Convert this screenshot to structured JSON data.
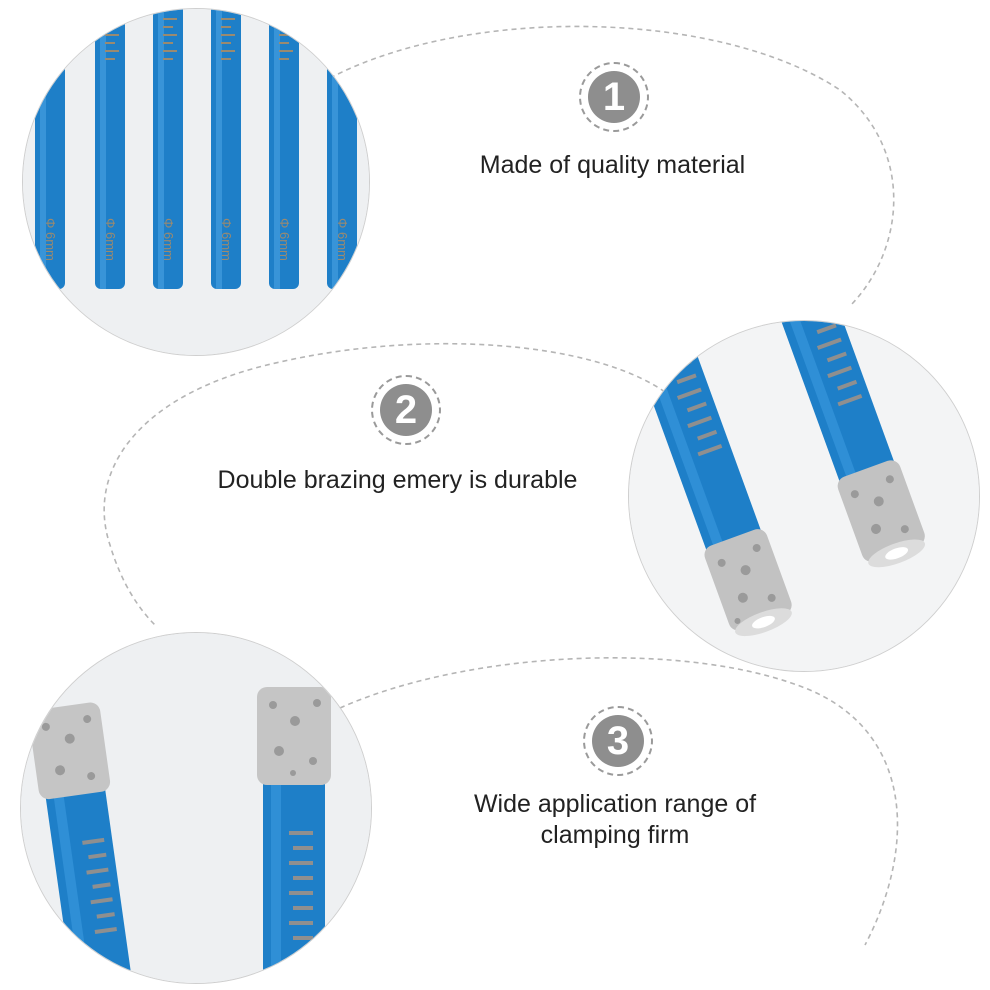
{
  "features": [
    {
      "number": "1",
      "text": "Made of quality material"
    },
    {
      "number": "2",
      "text": "Double brazing emery is durable"
    },
    {
      "number": "3",
      "text": "Wide application range of clamping firm"
    }
  ],
  "photo1": {
    "bit_marking": "Φ 6mm"
  },
  "colors": {
    "bit_blue": "#1e7fc8",
    "grit_silver": "#c7c7c7",
    "badge_gray": "#8e8e8e",
    "dash_gray": "#b5b5b5"
  }
}
